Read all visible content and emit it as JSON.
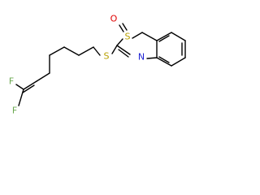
{
  "molecule": {
    "atoms": {
      "oxygen": "O",
      "sulfur_ring": "S",
      "nitrogen": "N",
      "sulfur_thioether": "S",
      "fluorine_1": "F",
      "fluorine_2": "F"
    },
    "colors": {
      "bond": "#000000",
      "sulfur": "#b8a000",
      "nitrogen": "#1e22d4",
      "oxygen": "#e00000",
      "fluorine": "#6aa84f"
    }
  }
}
